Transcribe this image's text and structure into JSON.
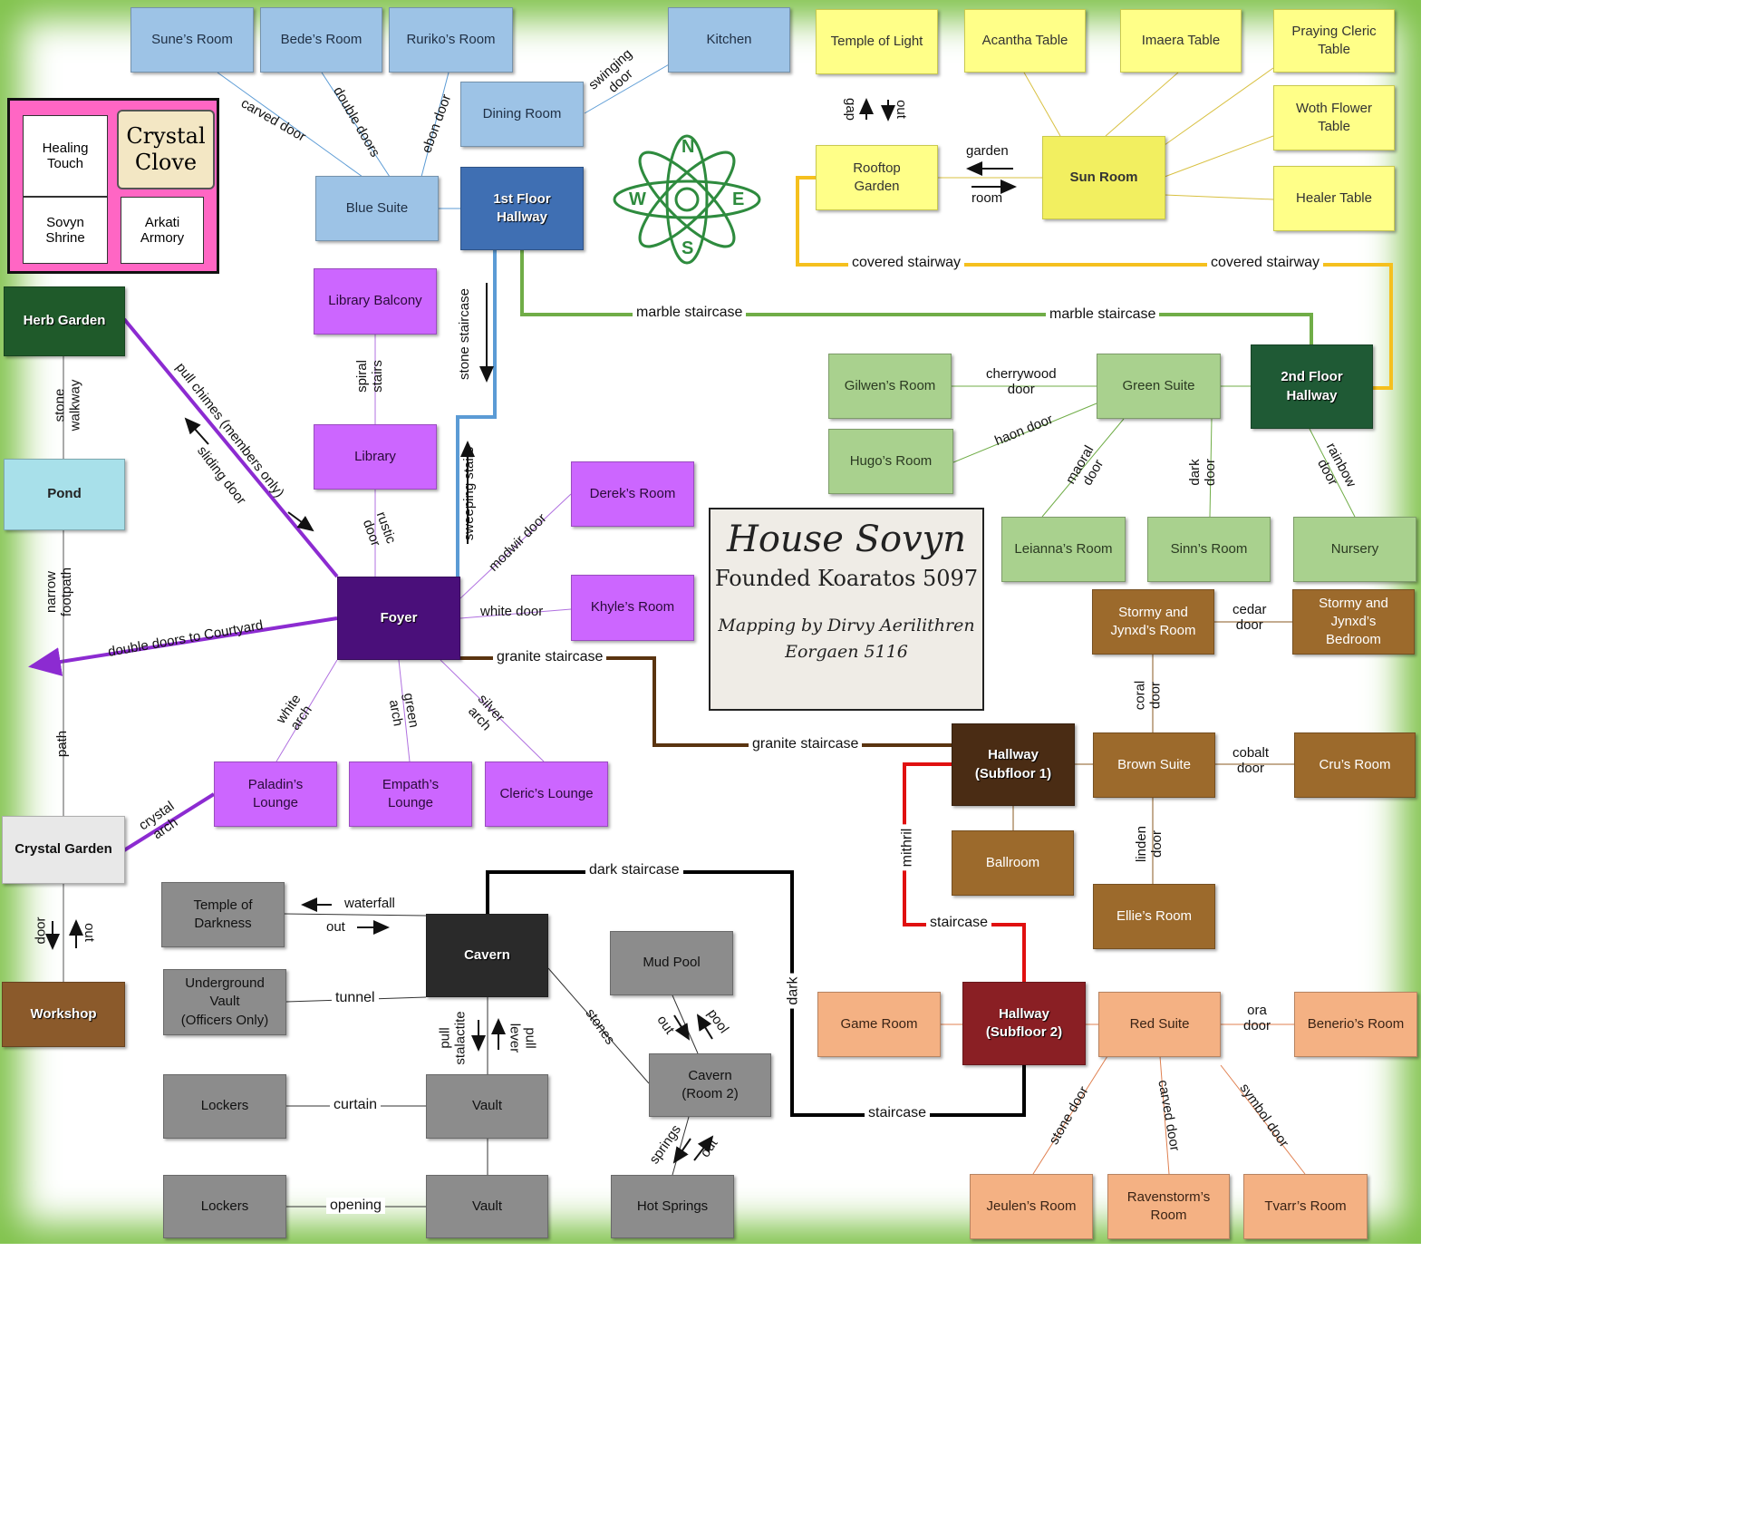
{
  "legend": {
    "title": "Crystal\nClove",
    "healing_touch": "Healing\nTouch",
    "sovyn_shrine": "Sovyn\nShrine",
    "arkati_armory": "Arkati\nArmory"
  },
  "title_card": {
    "house": "House Sovyn",
    "founded": "Founded Koaratos 5097",
    "mapping": "Mapping by Dirvy Aerilithren\nEorgaen 5116"
  },
  "rooms": {
    "sune": "Sune’s Room",
    "bede": "Bede’s Room",
    "ruriko": "Ruriko’s Room",
    "kitchen": "Kitchen",
    "dining": "Dining Room",
    "blue_suite": "Blue Suite",
    "hallway1": "1st Floor\nHallway",
    "temple_light": "Temple of Light",
    "acantha": "Acantha Table",
    "imaera": "Imaera Table",
    "praying_cleric": "Praying Cleric\nTable",
    "woth": "Woth Flower\nTable",
    "healer": "Healer Table",
    "rooftop": "Rooftop\nGarden",
    "sun_room": "Sun Room",
    "herb_garden": "Herb Garden",
    "pond": "Pond",
    "crystal_garden": "Crystal Garden",
    "workshop": "Workshop",
    "library_balcony": "Library Balcony",
    "library": "Library",
    "derek": "Derek’s Room",
    "khyle": "Khyle’s Room",
    "foyer": "Foyer",
    "paladin": "Paladin’s\nLounge",
    "empath": "Empath’s\nLounge",
    "cleric": "Cleric’s Lounge",
    "gilwen": "Gilwen’s Room",
    "green_suite": "Green Suite",
    "hallway2": "2nd Floor\nHallway",
    "hugo": "Hugo’s Room",
    "leianna": "Leianna’s Room",
    "sinn": "Sinn’s Room",
    "nursery": "Nursery",
    "stormy1": "Stormy and\nJynxd’s Room",
    "stormy2": "Stormy and\nJynxd’s\nBedroom",
    "hall_sub1": "Hallway\n(Subfloor 1)",
    "brown_suite": "Brown Suite",
    "cru": "Cru’s Room",
    "ballroom": "Ballroom",
    "ellie": "Ellie’s Room",
    "temple_dark": "Temple of\nDarkness",
    "cavern": "Cavern",
    "ug_vault": "Underground\nVault\n(Officers Only)",
    "mud_pool": "Mud Pool",
    "lockers1": "Lockers",
    "vault1": "Vault",
    "cavern2": "Cavern\n(Room 2)",
    "lockers2": "Lockers",
    "vault2": "Vault",
    "hot_springs": "Hot Springs",
    "game_room": "Game Room",
    "hall_sub2": "Hallway\n(Subfloor 2)",
    "red_suite": "Red Suite",
    "benerio": "Benerio’s Room",
    "jeulen": "Jeulen’s Room",
    "ravenstorm": "Ravenstorm’s\nRoom",
    "tvarr": "Tvarr’s Room"
  },
  "labels": {
    "carved_door": "carved door",
    "double_doors": "double doors",
    "ebon_door": "ebon door",
    "swinging_door": "swinging\ndoor",
    "gap": "gap",
    "out_top": "out",
    "garden": "garden",
    "room": "room",
    "covered_stair_1": "covered stairway",
    "covered_stair_2": "covered stairway",
    "marble_1": "marble staircase",
    "marble_2": "marble staircase",
    "stone_staircase": "stone staircase",
    "sweeping_stairs": "sweeping stairs",
    "spiral_stairs": "spiral\nstairs",
    "rustic_door": "rustic\ndoor",
    "modwir_door": "modwir door",
    "white_door": "white door",
    "granite_1": "granite staircase",
    "granite_2": "granite staircase",
    "pull_chimes": "pull chimes (members only)",
    "sliding_door": "sliding door",
    "stone_walkway": "stone\nwalkway",
    "narrow_footpath": "narrow\nfootpath",
    "path": "path",
    "double_doors_courtyard": "double doors to Courtyard",
    "crystal_arch": "crystal\narch",
    "white_arch": "white\narch",
    "green_arch": "green\narch",
    "silver_arch": "silver\narch",
    "door_ws": "door",
    "out_ws": "out",
    "cherrywood_door": "cherrywood\ndoor",
    "haon_door": "haon door",
    "maoral_door": "maoral\ndoor",
    "dark_door": "dark\ndoor",
    "rainbow_door": "rainbow\ndoor",
    "cedar_door": "cedar\ndoor",
    "coral_door": "coral\ndoor",
    "cobalt_door": "cobalt\ndoor",
    "linden_door": "linden\ndoor",
    "mithril": "mithril",
    "staircase_red": "staircase",
    "dark_staircase": "dark staircase",
    "dark_vert": "dark",
    "staircase_black": "staircase",
    "waterfall": "waterfall",
    "out_temple": "out",
    "tunnel": "tunnel",
    "pull_stalactite": "pull\nstalactite",
    "pull_lever": "pull\nlever",
    "stones": "stones",
    "curtain": "curtain",
    "opening": "opening",
    "out_mud": "out",
    "pool": "pool",
    "springs": "springs",
    "out_springs": "out",
    "ora_door": "ora\ndoor",
    "stone_door": "stone door",
    "carved_door_red": "carved door",
    "symbol_door": "symbol door"
  },
  "compass": {
    "n": "N",
    "s": "S",
    "e": "E",
    "w": "W"
  },
  "colors": {
    "blue": "#9dc3e6",
    "yellow": "#ffff88",
    "green": "#a9d18e",
    "purple": "#cc66ff",
    "brown": "#9c6a2c",
    "salmon": "#f4b183",
    "gray": "#8c8c8c",
    "line_yellow": "#f5c01e",
    "line_green": "#70ad47",
    "line_blue": "#5b9bd5",
    "line_purple": "#8c2bd1",
    "line_brown": "#5a3410",
    "line_red": "#e01010",
    "line_black": "#000000"
  }
}
